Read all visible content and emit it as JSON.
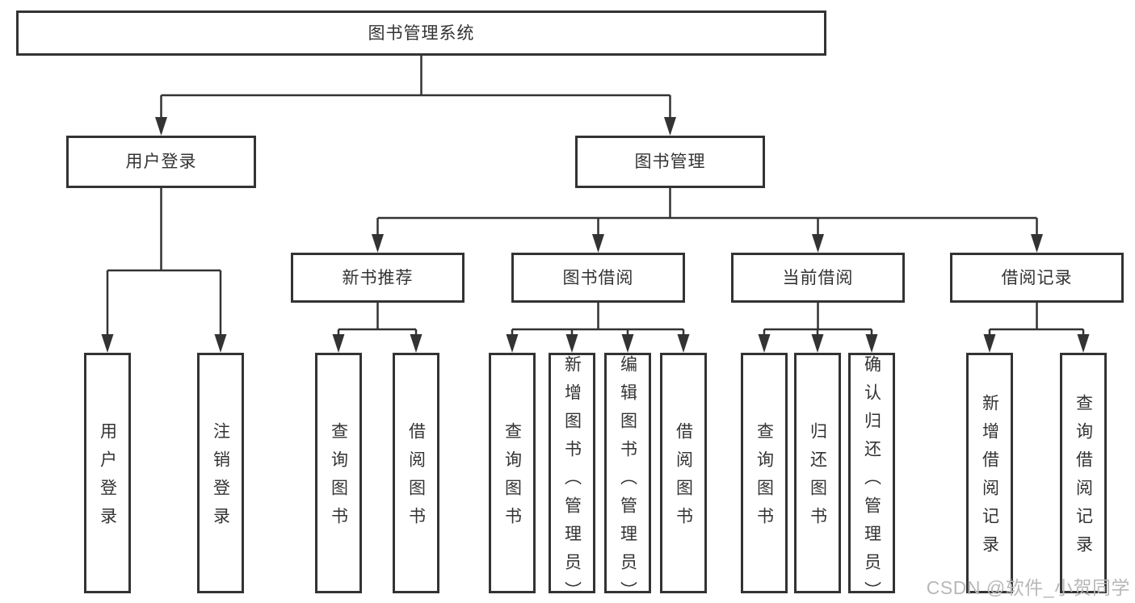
{
  "diagram": {
    "root": {
      "label": "图书管理系统"
    },
    "branches": [
      {
        "label": "用户登录",
        "children": [
          {
            "label": "用户登录"
          },
          {
            "label": "注销登录"
          }
        ]
      },
      {
        "label": "图书管理",
        "children": [
          {
            "label": "新书推荐",
            "children": [
              {
                "label": "查询图书"
              },
              {
                "label": "借阅图书"
              }
            ]
          },
          {
            "label": "图书借阅",
            "children": [
              {
                "label": "查询图书"
              },
              {
                "label": "新增图书（管理员）"
              },
              {
                "label": "编辑图书（管理员）"
              },
              {
                "label": "借阅图书"
              }
            ]
          },
          {
            "label": "当前借阅",
            "children": [
              {
                "label": "查询图书"
              },
              {
                "label": "归还图书"
              },
              {
                "label": "确认归还（管理员）"
              }
            ]
          },
          {
            "label": "借阅记录",
            "children": [
              {
                "label": "新增借阅记录"
              },
              {
                "label": "查询借阅记录"
              }
            ]
          }
        ]
      }
    ]
  },
  "watermark": {
    "text": "CSDN @软件_小贺同学"
  },
  "colors": {
    "line": "#333333",
    "box_border": "#333333",
    "text": "#333333",
    "background": "#ffffff",
    "watermark": "#b8b8b8"
  }
}
